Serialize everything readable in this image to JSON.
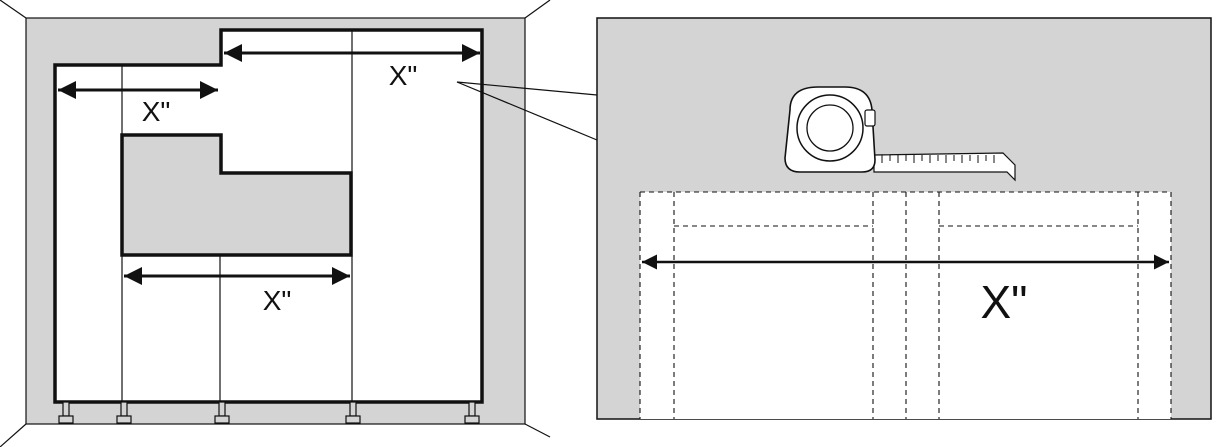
{
  "left_panel": {
    "dimension_labels": {
      "top_right": "X\"",
      "top_left": "X\"",
      "middle": "X\""
    }
  },
  "right_panel": {
    "dimension_label": "X\"",
    "tool_icon": "tape-measure-icon"
  },
  "colors": {
    "wall_gray": "#d4d4d4",
    "line": "#111111",
    "panel_white": "#ffffff"
  }
}
